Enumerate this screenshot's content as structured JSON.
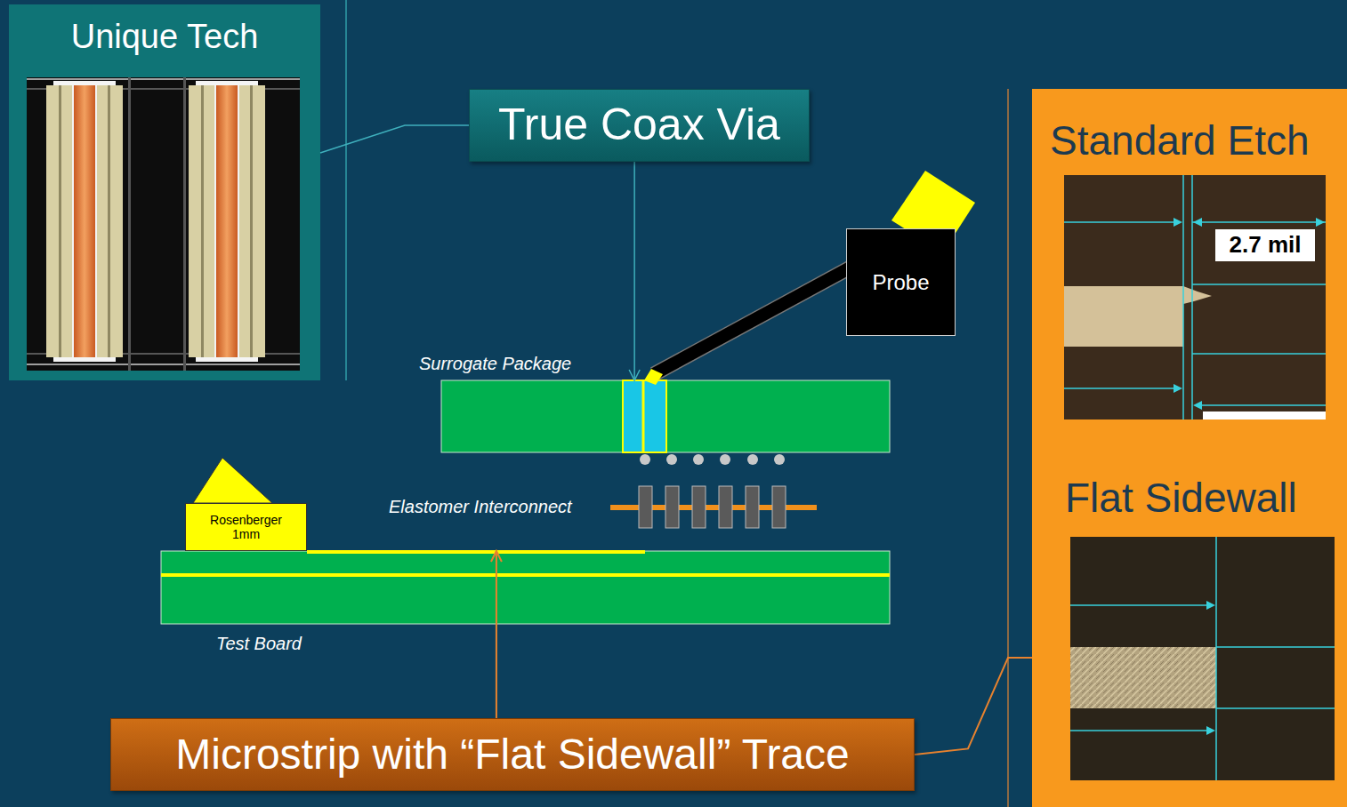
{
  "diagram": {
    "nodes": [
      {
        "text": [
          "Unique Tech"
        ]
      },
      {
        "text": [
          "True Coax Via"
        ]
      },
      {
        "text": [
          "Standard Etch"
        ]
      },
      {
        "text": [
          "Flat Sidewall"
        ]
      },
      {
        "text": [
          "Probe"
        ]
      },
      {
        "text": [
          "Surrogate Package"
        ]
      },
      {
        "text": [
          "Rosenberger 1mm"
        ]
      },
      {
        "text": [
          "Test Board"
        ]
      },
      {
        "text": [
          "Microstrip with “Flat Sidewall” Trace"
        ]
      }
    ],
    "edges": [
      {
        "from": 0,
        "to": 1,
        "arrow": "none"
      },
      {
        "from": 1,
        "to": 5,
        "arrow": "to"
      },
      {
        "from": 8,
        "to": 7,
        "arrow": "to"
      },
      {
        "from": 8,
        "to": 3,
        "arrow": "none"
      }
    ],
    "labels": [
      "2.7 mil",
      "Elastomer Interconnect"
    ]
  }
}
